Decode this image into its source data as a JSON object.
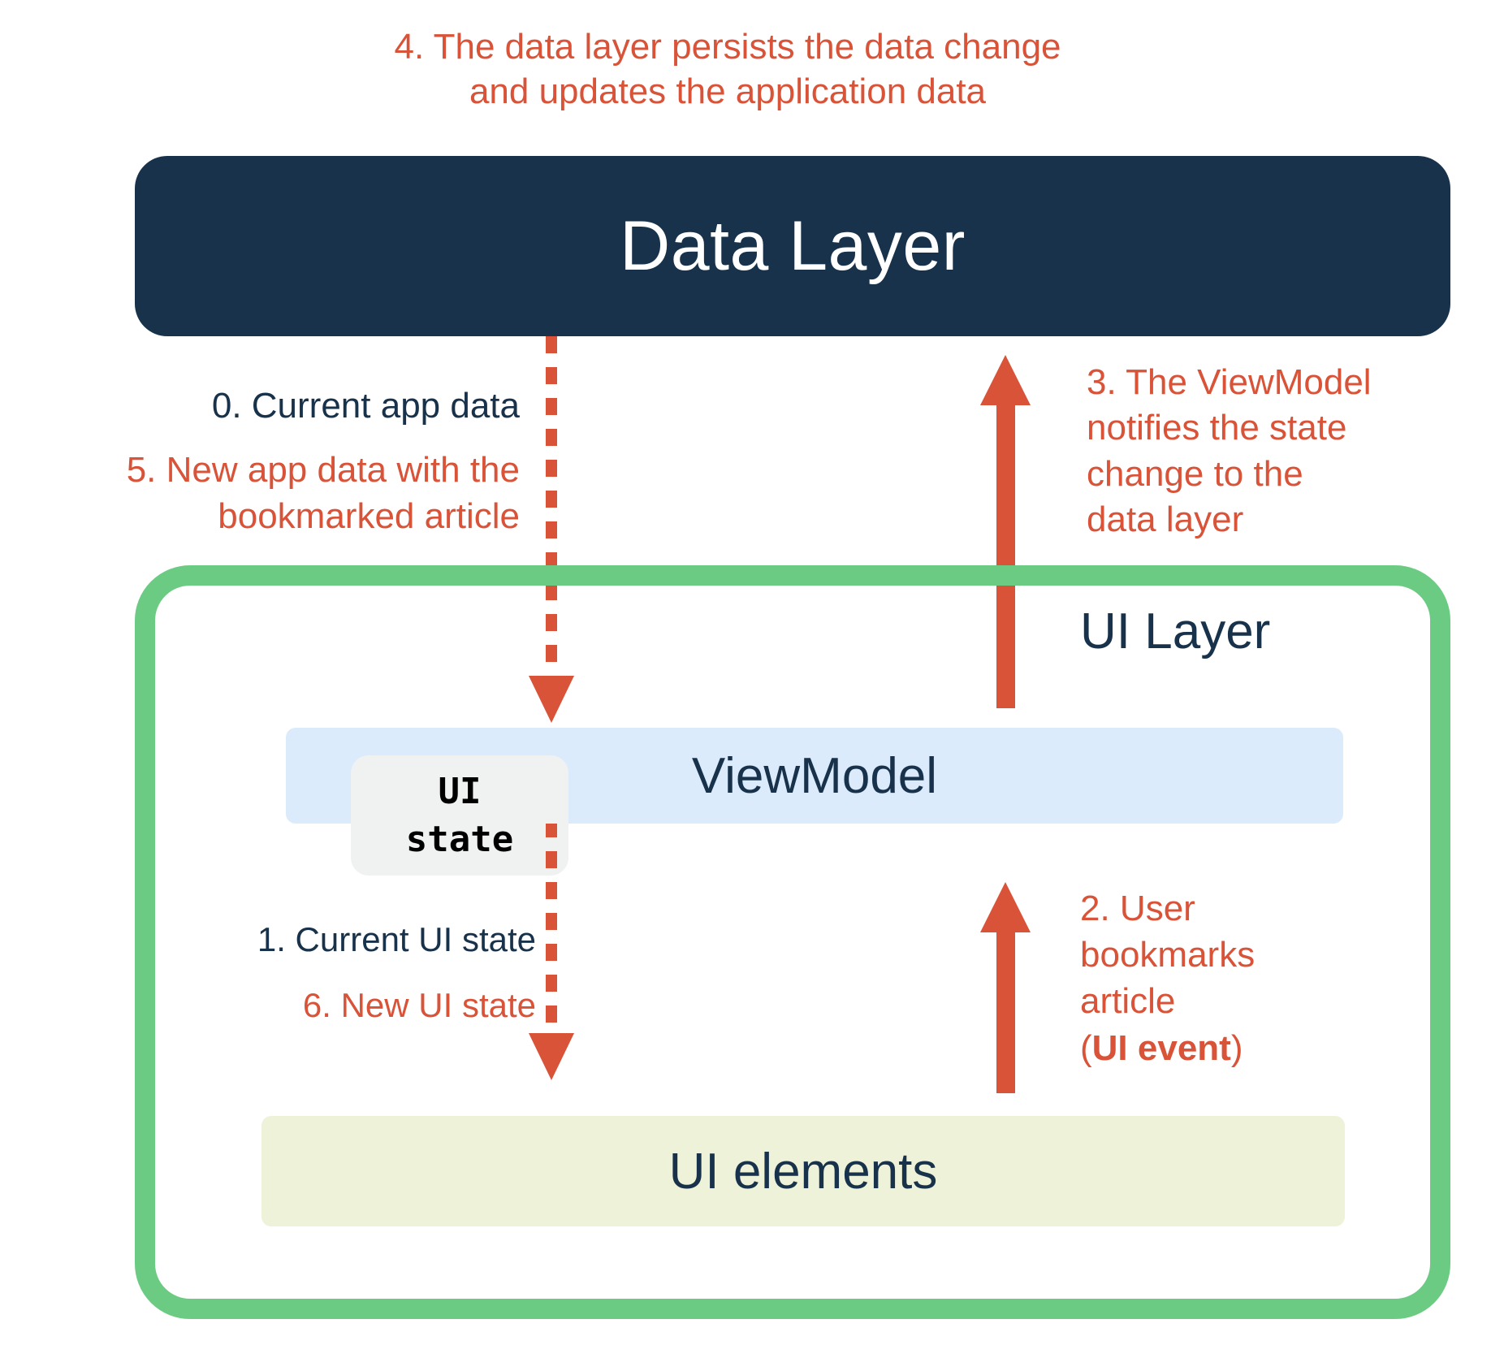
{
  "diagram": {
    "title_top_annotation": "4. The data layer persists the data change and updates the application data",
    "accent_red": "#d95338",
    "navy": "#17324a",
    "green": "#6ccb83",
    "blue": "#dbebfb",
    "yellow_green": "#eef2d9",
    "badge_gray": "#f0f2f2"
  },
  "annotations": {
    "step4": "4. The data layer persists the data change\nand updates the application data",
    "step0": "0. Current app data",
    "step5": "5. New app data with the\nbookmarked article",
    "step3": "3. The ViewModel\nnotifies the state\nchange to the\ndata layer",
    "step1": "1. Current UI state",
    "step6": "6. New UI state",
    "step2_line1": "2. User",
    "step2_line2": "bookmarks",
    "step2_line3": "article",
    "step2_paren_open": "(",
    "step2_bold": "UI event",
    "step2_paren_close": ")"
  },
  "boxes": {
    "data_layer": "Data Layer",
    "ui_layer": "UI Layer",
    "viewmodel": "ViewModel",
    "ui_state_line1": "UI",
    "ui_state_line2": "state",
    "ui_elements": "UI elements"
  },
  "arrows": [
    {
      "name": "data-layer-to-viewmodel",
      "style": "dotted",
      "direction": "down",
      "color": "#d95338"
    },
    {
      "name": "viewmodel-to-data-layer",
      "style": "solid",
      "direction": "up",
      "color": "#d95338"
    },
    {
      "name": "viewmodel-to-ui-elements",
      "style": "dotted",
      "direction": "down",
      "color": "#d95338"
    },
    {
      "name": "ui-elements-to-viewmodel",
      "style": "solid",
      "direction": "up",
      "color": "#d95338"
    }
  ]
}
